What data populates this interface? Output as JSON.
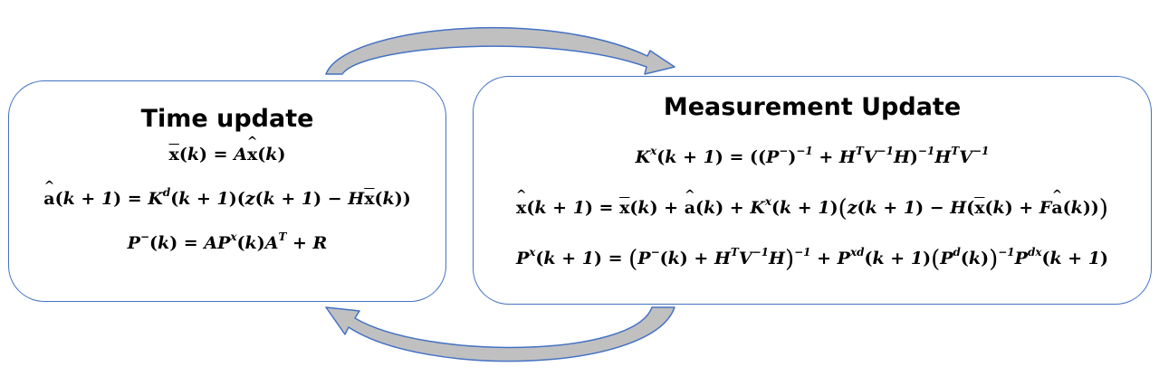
{
  "time_update": {
    "title": "Time update",
    "equations": [
      "x̄(k) = Ax̂(k)",
      "â(k + 1) = K^d(k + 1)(z(k + 1) − Hx̄(k))",
      "P^−(k) = AP^x(k)A^T + R"
    ]
  },
  "measurement_update": {
    "title": "Measurement Update",
    "equations": [
      "K^x(k + 1) = ((P^−)^−1 + H^T V^−1 H)^−1 H^T V^−1",
      "x̂(k + 1) = x̄(k) + â(k) + K^x(k + 1)(z(k + 1) − H(x̄(k) + Fâ(k)))",
      "P^x(k + 1) = (P^−(k) + H^T V^−1 H)^−1 + P^xd(k + 1)(P^d(k))^−1 P^dx(k + 1)"
    ]
  },
  "colors": {
    "box_border": "#4472c4",
    "arrow_fill": "#c0c0c0",
    "arrow_stroke": "#4472c4"
  }
}
